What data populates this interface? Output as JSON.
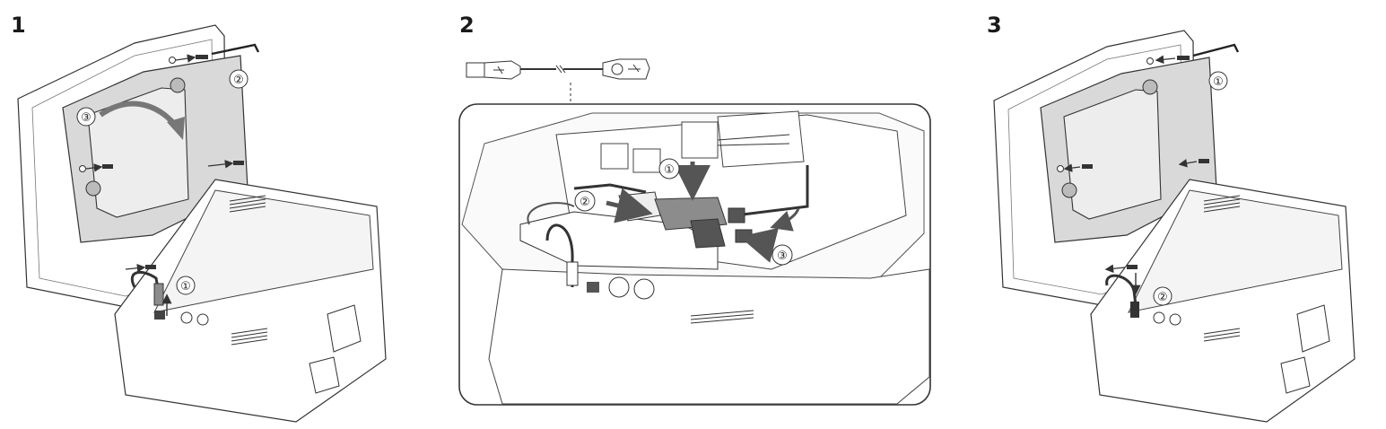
{
  "steps": [
    {
      "number": "1",
      "callouts": [
        "①",
        "②",
        "③"
      ]
    },
    {
      "number": "2",
      "callouts": [
        "①",
        "②",
        "③"
      ]
    },
    {
      "number": "3",
      "callouts": [
        "①",
        "②"
      ]
    }
  ],
  "colors": {
    "line": "#333333",
    "light_line": "#9a9a9a",
    "panel_fill": "#d9d9d9",
    "screen_fill": "#ededed",
    "part_fill": "#8c8c8c",
    "arrow_fill": "#777777",
    "background": "#ffffff"
  },
  "icons": [
    "usb-a-plug-icon",
    "usb-extension-cable-icon",
    "hex-key-icon",
    "screw-icon",
    "arrow-icon"
  ]
}
